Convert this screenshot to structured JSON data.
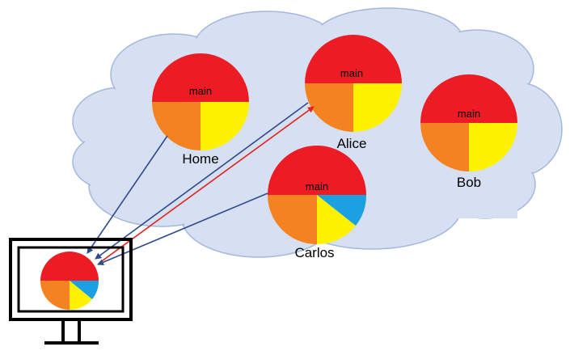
{
  "colors": {
    "cloud_fill": "#d6e0f2",
    "cloud_stroke": "#a4b8dc",
    "main_slice": "#ed1c24",
    "orange_slice": "#f58220",
    "yellow_slice": "#fff200",
    "blue_slice": "#1ba1e2",
    "arrow_blue": "#2e4a8c",
    "arrow_red": "#e2241b",
    "monitor": "#000000"
  },
  "repos": {
    "home": {
      "name": "Home",
      "branch": "main"
    },
    "alice": {
      "name": "Alice",
      "branch": "main"
    },
    "bob": {
      "name": "Bob",
      "branch": "main"
    },
    "carlos": {
      "name": "Carlos",
      "branch": "main"
    }
  },
  "icons": {
    "cloud": "cloud-icon",
    "monitor": "monitor-icon"
  }
}
